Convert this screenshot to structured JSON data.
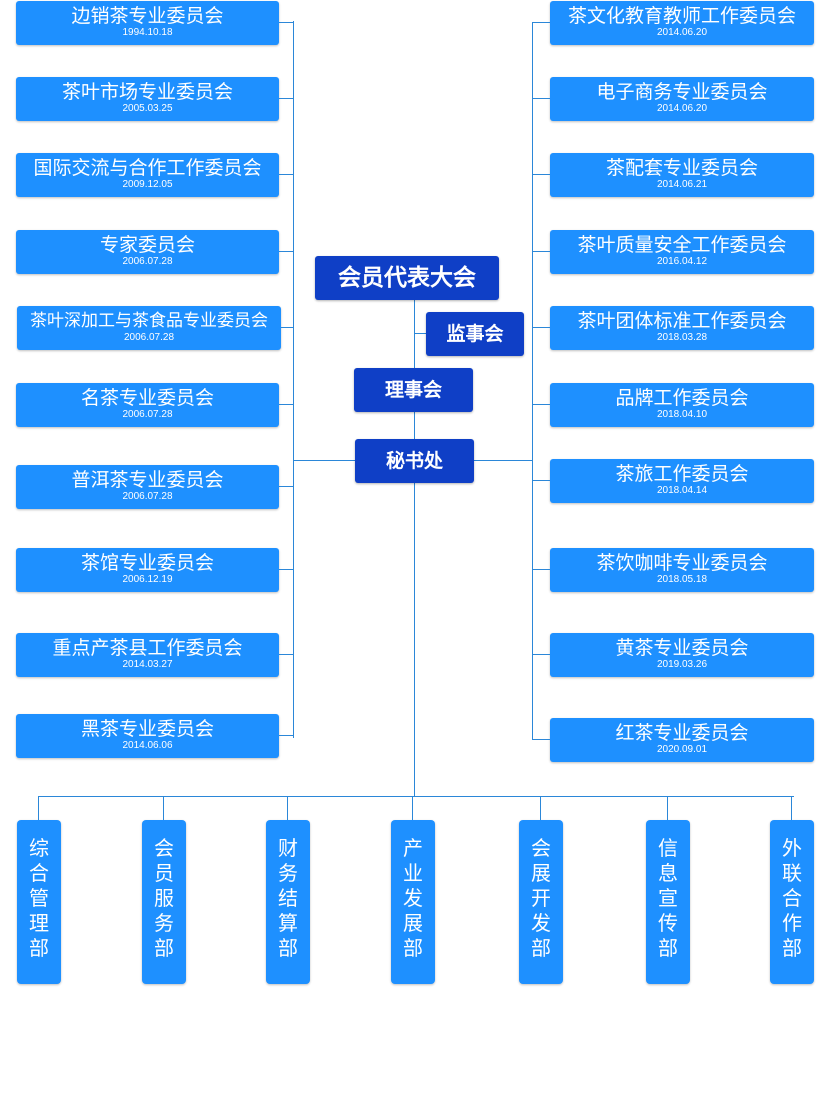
{
  "core": {
    "assembly": "会员代表大会",
    "supervisors": "监事会",
    "council": "理事会",
    "secretariat": "秘书处"
  },
  "left_committees": [
    {
      "name": "边销茶专业委员会",
      "date": "1994.10.18"
    },
    {
      "name": "茶叶市场专业委员会",
      "date": "2005.03.25"
    },
    {
      "name": "国际交流与合作工作委员会",
      "date": "2009.12.05"
    },
    {
      "name": "专家委员会",
      "date": "2006.07.28"
    },
    {
      "name": "茶叶深加工与茶食品专业委员会",
      "date": "2006.07.28"
    },
    {
      "name": "名茶专业委员会",
      "date": "2006.07.28"
    },
    {
      "name": "普洱茶专业委员会",
      "date": "2006.07.28"
    },
    {
      "name": "茶馆专业委员会",
      "date": "2006.12.19"
    },
    {
      "name": "重点产茶县工作委员会",
      "date": "2014.03.27"
    },
    {
      "name": "黑茶专业委员会",
      "date": "2014.06.06"
    }
  ],
  "right_committees": [
    {
      "name": "茶文化教育教师工作委员会",
      "date": "2014.06.20"
    },
    {
      "name": "电子商务专业委员会",
      "date": "2014.06.20"
    },
    {
      "name": "茶配套专业委员会",
      "date": "2014.06.21"
    },
    {
      "name": "茶叶质量安全工作委员会",
      "date": "2016.04.12"
    },
    {
      "name": "茶叶团体标准工作委员会",
      "date": "2018.03.28"
    },
    {
      "name": "品牌工作委员会",
      "date": "2018.04.10"
    },
    {
      "name": "茶旅工作委员会",
      "date": "2018.04.14"
    },
    {
      "name": "茶饮咖啡专业委员会",
      "date": "2018.05.18"
    },
    {
      "name": "黄茶专业委员会",
      "date": "2019.03.26"
    },
    {
      "name": "红茶专业委员会",
      "date": "2020.09.01"
    }
  ],
  "departments": [
    "综合管理部",
    "会员服务部",
    "财务结算部",
    "产业发展部",
    "会展开发部",
    "信息宣传部",
    "外联合作部"
  ],
  "colors": {
    "committee": "#1e90ff",
    "core": "#0f3fc6",
    "line": "#2b87d8"
  }
}
